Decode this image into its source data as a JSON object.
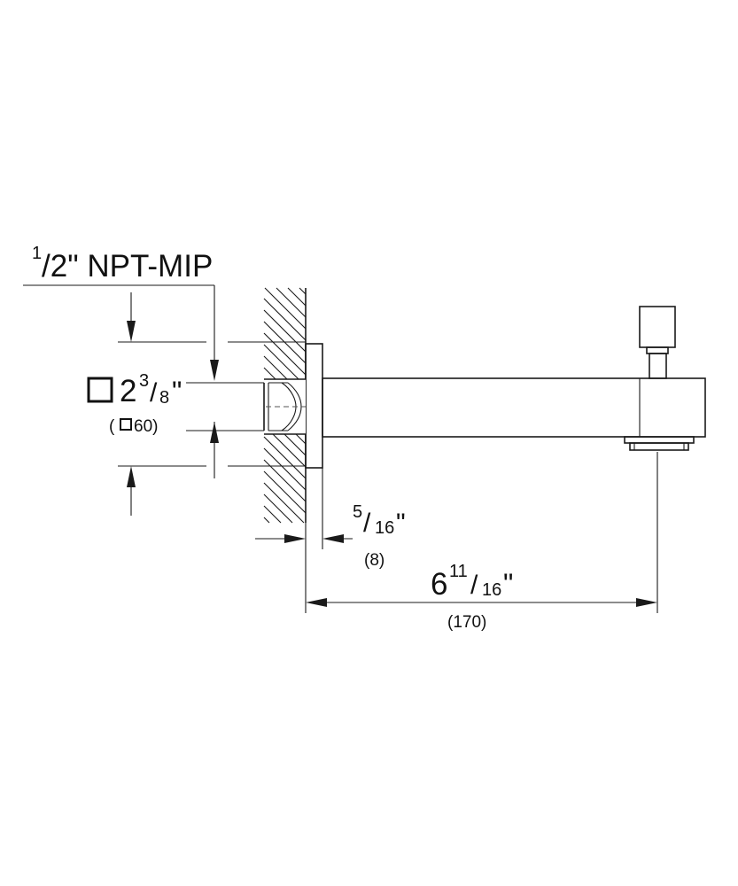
{
  "labels": {
    "thread_sup": "1",
    "thread_rest": "/2\" NPT-MIP",
    "flange_int": "2",
    "flange_num": "3",
    "flange_slash": "/",
    "flange_den": "8",
    "flange_inch": "\"",
    "flange_mm_open": "(",
    "flange_mm_value": "60)",
    "wall_num": "5",
    "wall_slash": "/",
    "wall_den": "16",
    "wall_inch": "\"",
    "wall_mm": "(8)",
    "len_int": "6",
    "len_num": "11",
    "len_slash": "/",
    "len_den": "16",
    "len_inch": "\"",
    "len_mm": "(170)"
  },
  "icons": {
    "square_symbol": "square-outline-icon",
    "small_square_symbol": "square-outline-icon"
  }
}
